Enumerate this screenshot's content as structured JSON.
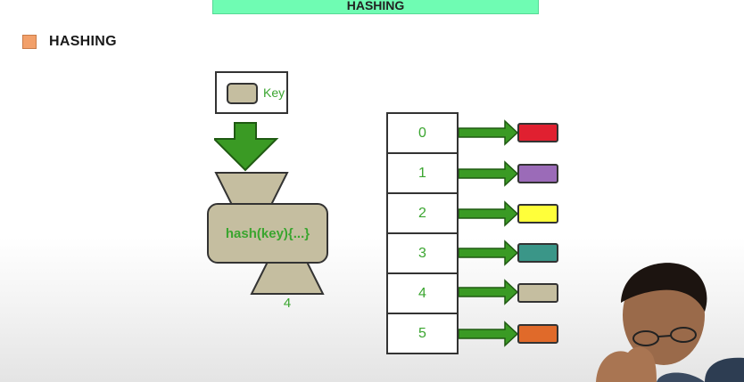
{
  "banner": {
    "title": "HASHING"
  },
  "heading": {
    "label": "HASHING"
  },
  "key_box": {
    "label": "Key"
  },
  "hash_function": {
    "label": "hash(key){...}"
  },
  "output_value": "4",
  "table": {
    "indices": [
      "0",
      "1",
      "2",
      "3",
      "4",
      "5"
    ],
    "bucket_colors": [
      "#e02030",
      "#9b6bb8",
      "#ffff3a",
      "#3a9688",
      "#c5bea0",
      "#e06a2a"
    ]
  },
  "colors": {
    "label_green": "#3aa52f",
    "arrow_green": "#3a9a24",
    "shape_tan": "#c5bea0",
    "bullet_orange": "#f2a06a",
    "banner_green": "#6ffcb3"
  }
}
